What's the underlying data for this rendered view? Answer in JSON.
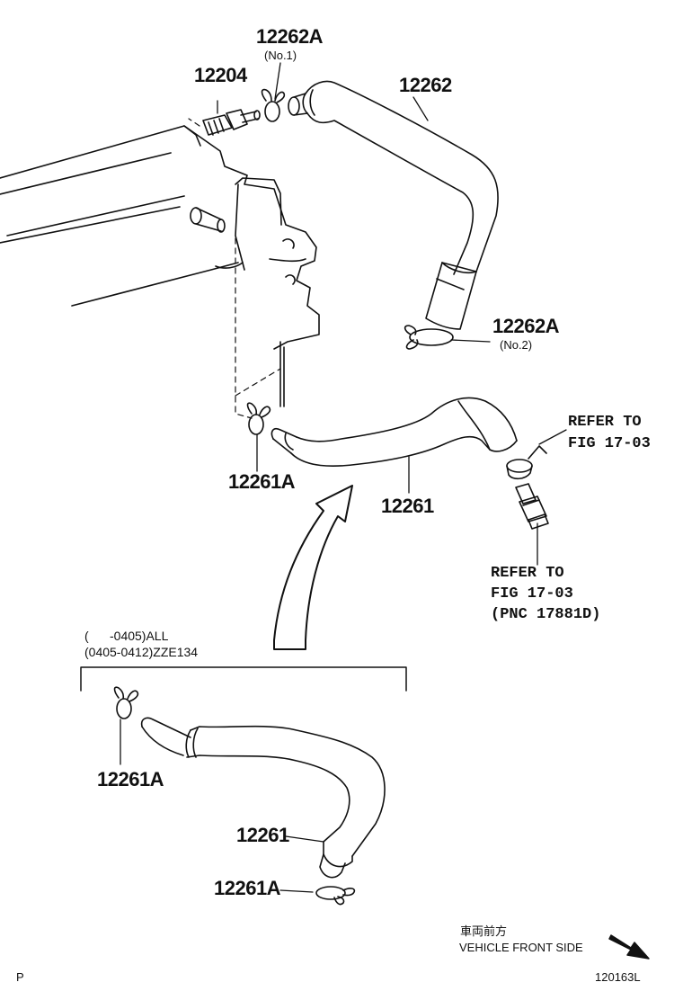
{
  "parts": {
    "p12262A_no1": "12262A",
    "p12262A_no1_sub": "(No.1)",
    "p12204": "12204",
    "p12262": "12262",
    "p12262A_no2": "12262A",
    "p12262A_no2_sub": "(No.2)",
    "p12261A_upper": "12261A",
    "p12261_upper": "12261",
    "p12261A_inset_top": "12261A",
    "p12261_inset": "12261",
    "p12261A_inset_bottom": "12261A"
  },
  "refs": {
    "ref1_line1": "REFER TO",
    "ref1_line2": "FIG  17-03",
    "ref2_line1": "REFER TO",
    "ref2_line2": "FIG  17-03",
    "ref2_line3": "(PNC 17881D)"
  },
  "inset": {
    "line1": "(      -0405)ALL",
    "line2": "(0405-0412)ZZE134"
  },
  "direction": {
    "japanese": "車両前方",
    "english": "VEHICLE FRONT SIDE"
  },
  "footer": {
    "left": "P",
    "right": "120163L"
  }
}
